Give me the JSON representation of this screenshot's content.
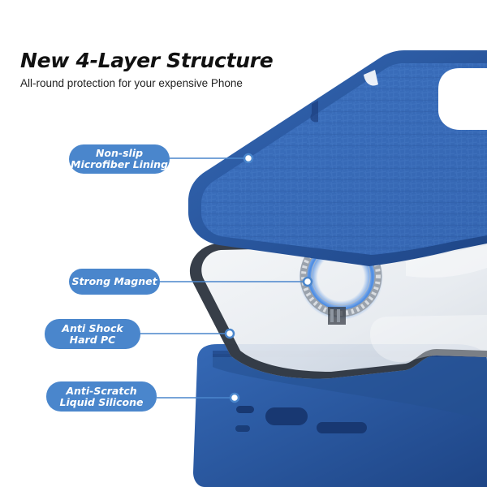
{
  "title": "New 4-Layer Structure",
  "subtitle": "All-round protection for your expensive Phone",
  "labels": {
    "lining": [
      "Non-slip",
      "Microfiber Lining"
    ],
    "magnet": [
      "Strong Magnet"
    ],
    "hardpc": [
      "Anti Shock",
      "Hard PC"
    ],
    "silicone": [
      "Anti-Scratch",
      "Liquid Silicone"
    ]
  },
  "colors": {
    "pill": "#4a86cc",
    "case_blue": "#2a5aa8",
    "case_dark": "#1c3f7f",
    "connector": "#4a86cc"
  }
}
